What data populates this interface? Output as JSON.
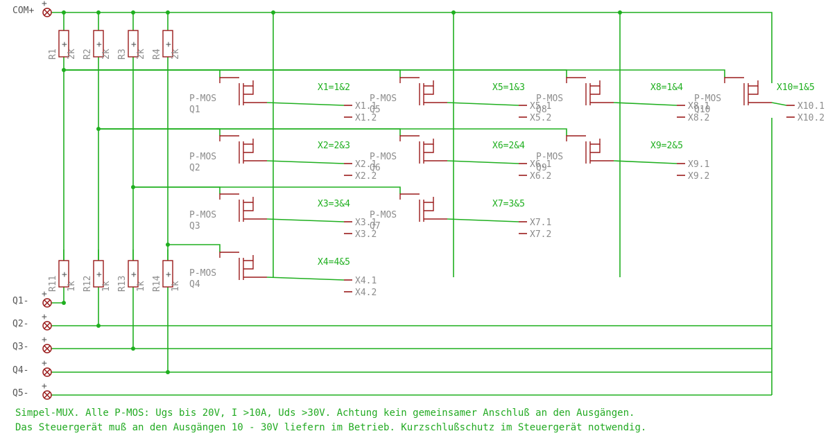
{
  "terminals": [
    {
      "id": "com",
      "label": "COM+"
    },
    {
      "id": "q1",
      "label": "Q1-"
    },
    {
      "id": "q2",
      "label": "Q2-"
    },
    {
      "id": "q3",
      "label": "Q3-"
    },
    {
      "id": "q4",
      "label": "Q4-"
    },
    {
      "id": "q5",
      "label": "Q5-"
    }
  ],
  "terminal_plus": "+",
  "resistors_top": [
    {
      "name": "R1",
      "value": "2k"
    },
    {
      "name": "R2",
      "value": "2k"
    },
    {
      "name": "R3",
      "value": "2k"
    },
    {
      "name": "R4",
      "value": "2k"
    }
  ],
  "resistors_bottom": [
    {
      "name": "R11",
      "value": "1k"
    },
    {
      "name": "R12",
      "value": "1k"
    },
    {
      "name": "R13",
      "value": "1k"
    },
    {
      "name": "R14",
      "value": "1k"
    }
  ],
  "mosfet_type": "P-MOS",
  "mosfets": [
    {
      "name": "Q1"
    },
    {
      "name": "Q2"
    },
    {
      "name": "Q3"
    },
    {
      "name": "Q4"
    },
    {
      "name": "Q5"
    },
    {
      "name": "Q6"
    },
    {
      "name": "Q7"
    },
    {
      "name": "Q8"
    },
    {
      "name": "Q9"
    },
    {
      "name": "Q10"
    }
  ],
  "outputs": [
    {
      "title": "X1=1&2",
      "pin1": "X1.1",
      "pin2": "X1.2"
    },
    {
      "title": "X2=2&3",
      "pin1": "X2.1",
      "pin2": "X2.2"
    },
    {
      "title": "X3=3&4",
      "pin1": "X3.1",
      "pin2": "X3.2"
    },
    {
      "title": "X4=4&5",
      "pin1": "X4.1",
      "pin2": "X4.2"
    },
    {
      "title": "X5=1&3",
      "pin1": "X5.1",
      "pin2": "X5.2"
    },
    {
      "title": "X6=2&4",
      "pin1": "X6.1",
      "pin2": "X6.2"
    },
    {
      "title": "X7=3&5",
      "pin1": "X7.1",
      "pin2": "X7.2"
    },
    {
      "title": "X8=1&4",
      "pin1": "X8.1",
      "pin2": "X8.2"
    },
    {
      "title": "X9=2&5",
      "pin1": "X9.1",
      "pin2": "X9.2"
    },
    {
      "title": "X10=1&5",
      "pin1": "X10.1",
      "pin2": "X10.2"
    }
  ],
  "notes": {
    "line1": "Simpel-MUX. Alle P-MOS: Ugs bis 20V, I >10A, Uds >30V. Achtung kein gemeinsamer Anschluß an den Ausgängen.",
    "line2": "Das Steuergerät muß an den Ausgängen 10 - 30V liefern im Betrieb. Kurzschlußschutz im Steuergerät notwendig."
  },
  "colors": {
    "wire": "#1faf1f",
    "part": "#9a1a1a",
    "label": "#8c8c8c",
    "note": "#22aa22"
  }
}
